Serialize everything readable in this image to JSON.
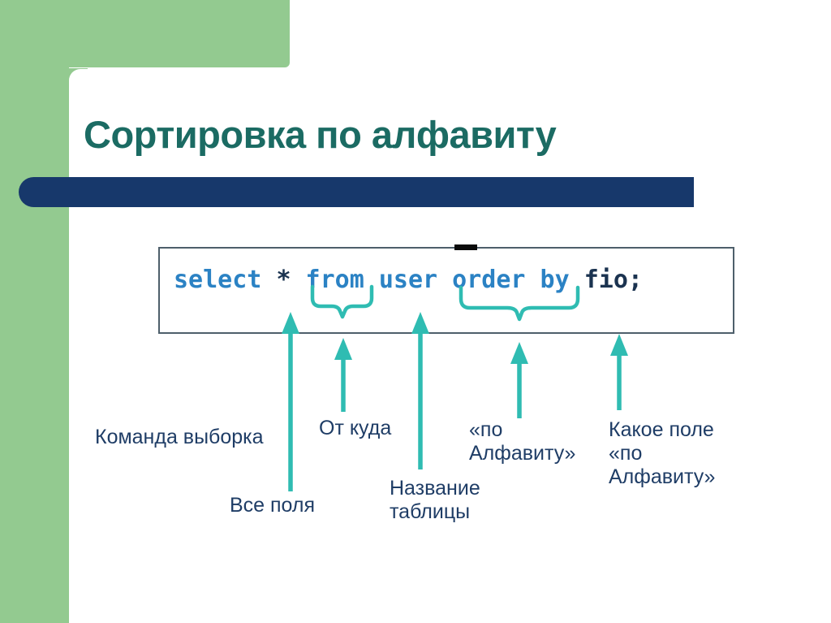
{
  "slide": {
    "title": "Сортировка по алфавиту"
  },
  "code_box": {
    "segments": {
      "select_kw": "select ",
      "star": "*",
      "middle_kw": " from user order by ",
      "field": "fio;"
    },
    "full_statement": "select * from user order by fio;"
  },
  "labels": {
    "komanda": "Команда выборка",
    "ot_kuda": "От куда",
    "vse_polya": "Все поля",
    "nazvanie": "Название\nтаблицы",
    "po_alfavitu": "«по\nАлфавиту»",
    "kakoe_pole": "Какое поле\n«по\nАлфавиту»"
  },
  "icons": {
    "arrows": [
      "up-arrow-to-star",
      "up-arrow-to-from-brace",
      "up-arrow-to-user",
      "up-arrow-to-orderby-brace",
      "up-arrow-to-fio"
    ],
    "braces": [
      "underbrace-from",
      "underbrace-orderby"
    ]
  },
  "colors": {
    "sidebar_green": "#93ca90",
    "title_teal": "#1b6b63",
    "bar_navy": "#17386b",
    "label_navy": "#1f3d66",
    "arrow_teal": "#2fbcb2",
    "code_keyword_blue": "#2b82c4",
    "code_dark": "#1b3350",
    "box_border": "#4e5f6b"
  }
}
